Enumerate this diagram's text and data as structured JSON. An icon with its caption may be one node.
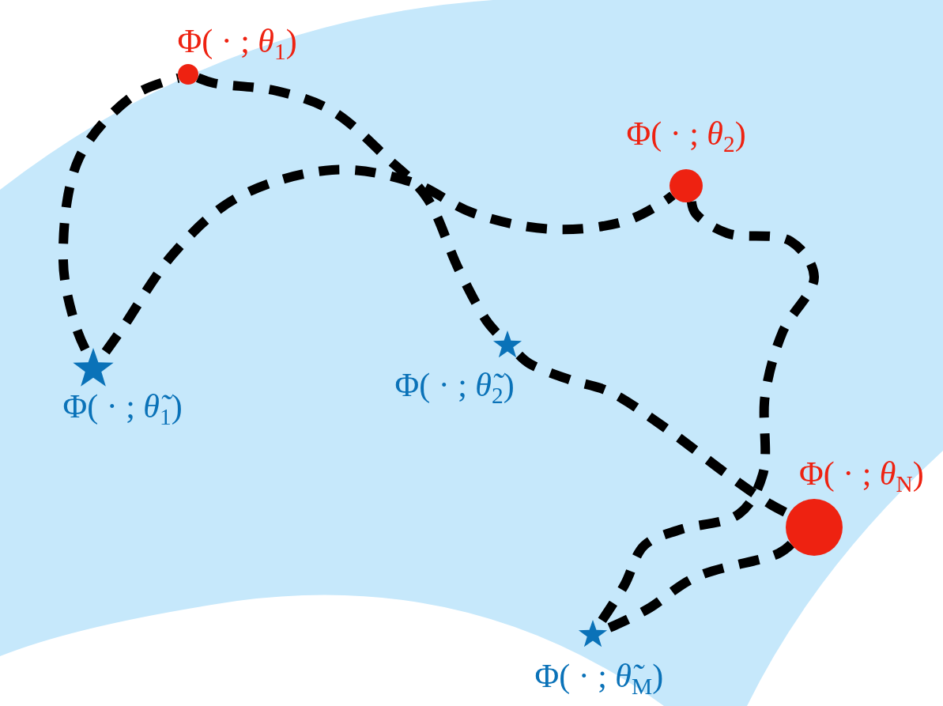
{
  "diagram": {
    "nodes": [
      {
        "text": [],
        "shape": "circle",
        "beside": [
          "Φ( · ; *θ*$_{1}$)"
        ]
      },
      {
        "text": [],
        "shape": "circle",
        "beside": [
          "Φ( · ; *θ*$_{2}$)"
        ]
      },
      {
        "text": [],
        "shape": "star",
        "beside": [
          "Φ( · ; *θ̃*$_{1}$)"
        ]
      },
      {
        "text": [],
        "shape": "star",
        "beside": [
          "Φ( · ; *θ̃*$_{2}$)"
        ]
      },
      {
        "text": [],
        "shape": "circle",
        "beside": [
          "Φ( · ; *θ*$_{N}$)"
        ]
      },
      {
        "text": [],
        "shape": "star",
        "beside": [
          "Φ( · ; *θ̃*$_{M}$)"
        ]
      }
    ],
    "edges": [
      {
        "from": 2,
        "to": 0,
        "arrow": "none",
        "style": "dashed"
      },
      {
        "from": 0,
        "to": 3,
        "arrow": "none",
        "style": "dashed"
      },
      {
        "from": 3,
        "to": 4,
        "arrow": "none",
        "style": "dashed"
      },
      {
        "from": 2,
        "to": 1,
        "arrow": "none",
        "style": "dashed"
      },
      {
        "from": 1,
        "to": 5,
        "arrow": "none",
        "style": "dashed"
      },
      {
        "from": 4,
        "to": 5,
        "arrow": "none",
        "style": "dashed"
      }
    ]
  }
}
